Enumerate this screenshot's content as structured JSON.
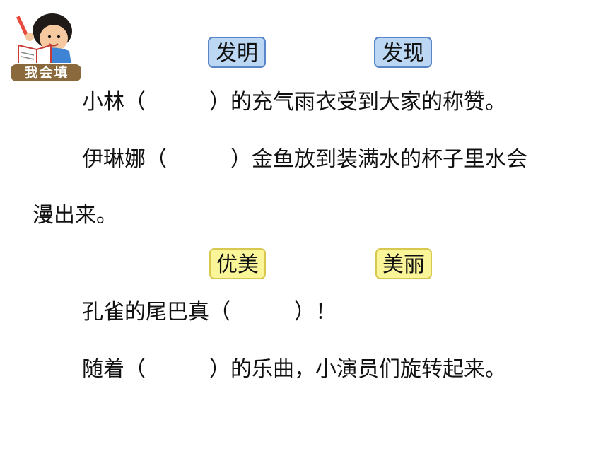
{
  "badge": {
    "label": "我会填"
  },
  "group1": {
    "words": [
      "发明",
      "发现"
    ],
    "sentences": [
      "小林（　　　）的充气雨衣受到大家的称赞。",
      "伊琳娜（　　　）金鱼放到装满水的杯子里水会",
      "漫出来。"
    ]
  },
  "group2": {
    "words": [
      "优美",
      "美丽"
    ],
    "sentences": [
      "孔雀的尾巴真（　　　）！",
      "随着（　　　）的乐曲，小演员们旋转起来。"
    ]
  }
}
